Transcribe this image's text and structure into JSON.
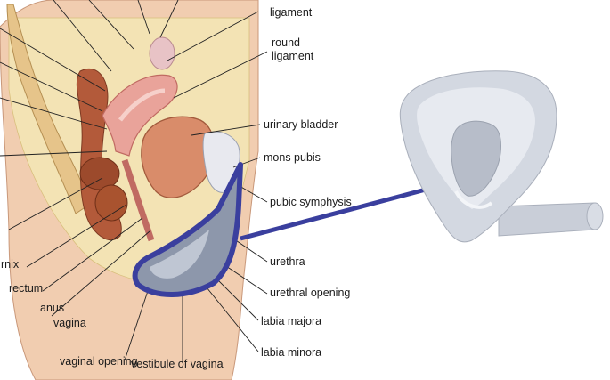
{
  "labels": {
    "ligament": "ligament",
    "round_ligament_1": "round",
    "round_ligament_2": "ligament",
    "urinary_bladder": "urinary bladder",
    "mons_pubis": "mons pubis",
    "pubic_symphysis": "pubic symphysis",
    "urethra": "urethra",
    "urethral_opening": "urethral opening",
    "labia_majora": "labia majora",
    "labia_minora": "labia minora",
    "vestibule_of_vagina": "vestibule of vagina",
    "vaginal_opening": "vaginal opening",
    "vagina": "vagina",
    "anus": "anus",
    "rectum": "rectum",
    "fornix_partial": "rnix"
  },
  "colors": {
    "device_outline": "#3a3f9e",
    "device_fill": "#8d97ab",
    "tissue_pink": "#e9a39a",
    "tissue_dark": "#b35a3a",
    "bladder": "#d98c6a",
    "fat": "#f3e3b4",
    "skin": "#f1cdb0",
    "product_gray": "#c9ced8"
  }
}
